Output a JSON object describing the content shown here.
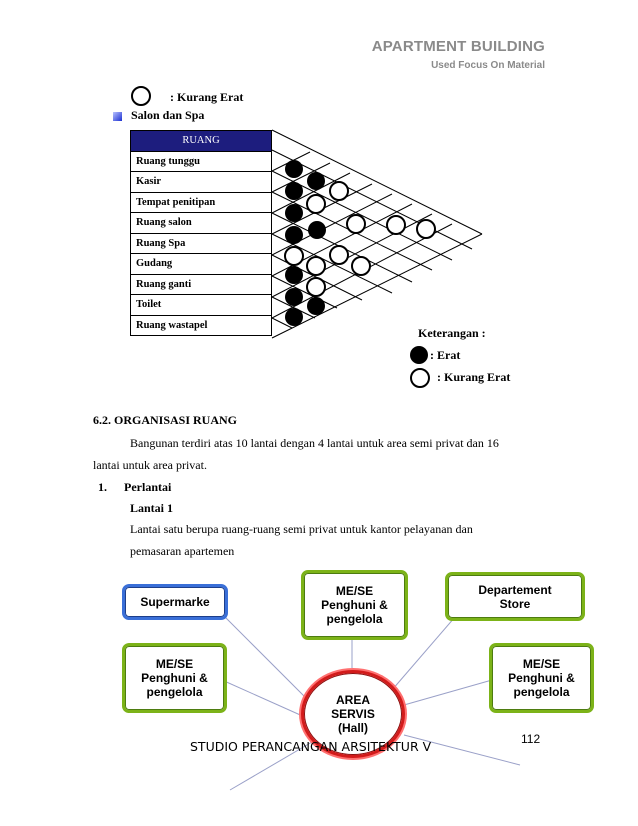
{
  "header": {
    "title": "APARTMENT BUILDING",
    "subtitle": "Used Focus On Material"
  },
  "top_legend": {
    "kurang_erat": ": Kurang  Erat"
  },
  "section_label": "Salon dan Spa",
  "matrix": {
    "header": "RUANG",
    "rows": [
      "Ruang tunggu",
      "Kasir",
      "Tempat penitipan",
      "Ruang salon",
      "Ruang Spa",
      "Gudang",
      "Ruang ganti",
      "Toilet",
      "Ruang wastapel"
    ]
  },
  "keterangan": {
    "title": "Keterangan :",
    "erat": ": Erat",
    "kurang_erat": ": Kurang  Erat"
  },
  "section": {
    "heading": "6.2. ORGANISASI RUANG",
    "para1_line1": "Bangunan  terdiri  atas  10  lantai  dengan  4  lantai  untuk  area  semi  privat  dan  16",
    "para1_line2": "lantai  untuk  area privat.",
    "list_num": "1.",
    "list_label": "Perlantai",
    "sub_heading": "Lantai 1",
    "para2_line1": "Lantai   satu   berupa   ruang-ruang   semi   privat   untuk   kantor   pelayanan   dan",
    "para2_line2": "pemasaran apartemen"
  },
  "diagram": {
    "supermarket": "Supermarke",
    "me_top_l1": "ME/SE",
    "me_top_l2": "Penghuni &",
    "me_top_l3": "pengelola",
    "dept_l1": "Departement",
    "dept_l2": "Store",
    "me_left_l1": "ME/SE",
    "me_left_l2": "Penghuni &",
    "me_left_l3": "pengelola",
    "me_right_l1": "ME/SE",
    "me_right_l2": "Penghuni &",
    "me_right_l3": "pengelola",
    "center_l1": "AREA",
    "center_l2": "SERVIS",
    "center_l3": "(Hall)"
  },
  "footer": {
    "studio": "STUDIO PERANCANGAN ARSITEKTUR V",
    "page_number": "112"
  }
}
